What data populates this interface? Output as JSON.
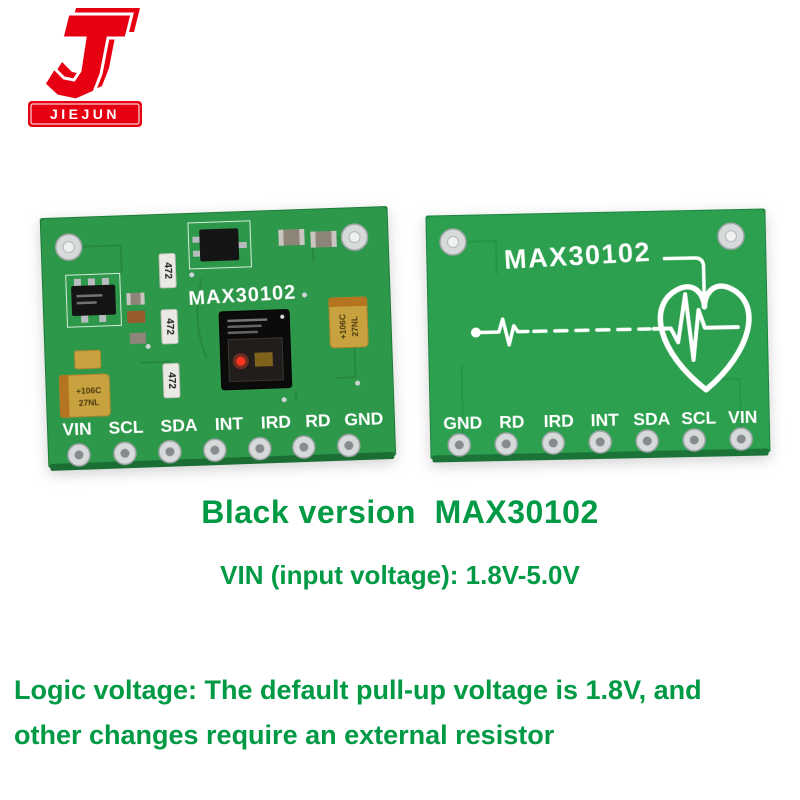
{
  "logo": {
    "brand": "JIEJUN"
  },
  "front_board": {
    "silkscreen": "MAX30102",
    "pins": [
      "VIN",
      "SCL",
      "SDA",
      "INT",
      "IRD",
      "RD",
      "GND"
    ],
    "resistors": [
      "472",
      "472",
      "472"
    ],
    "capacitor": {
      "line1": "+106C",
      "line2": "27NL"
    }
  },
  "back_board": {
    "silkscreen": "MAX30102",
    "pins": [
      "GND",
      "RD",
      "IRD",
      "INT",
      "SDA",
      "SCL",
      "VIN"
    ]
  },
  "captions": {
    "title": "Black version  MAX30102",
    "voltage": "VIN (input voltage): 1.8V-5.0V",
    "note_line1": "Logic voltage: The default pull-up voltage is 1.8V, and",
    "note_line2": "other changes require an external resistor"
  },
  "colors": {
    "text_green": "#009a45",
    "logo_red": "#e60012",
    "board_green_front": "#2d9849",
    "board_green_back": "#2ca04e"
  }
}
